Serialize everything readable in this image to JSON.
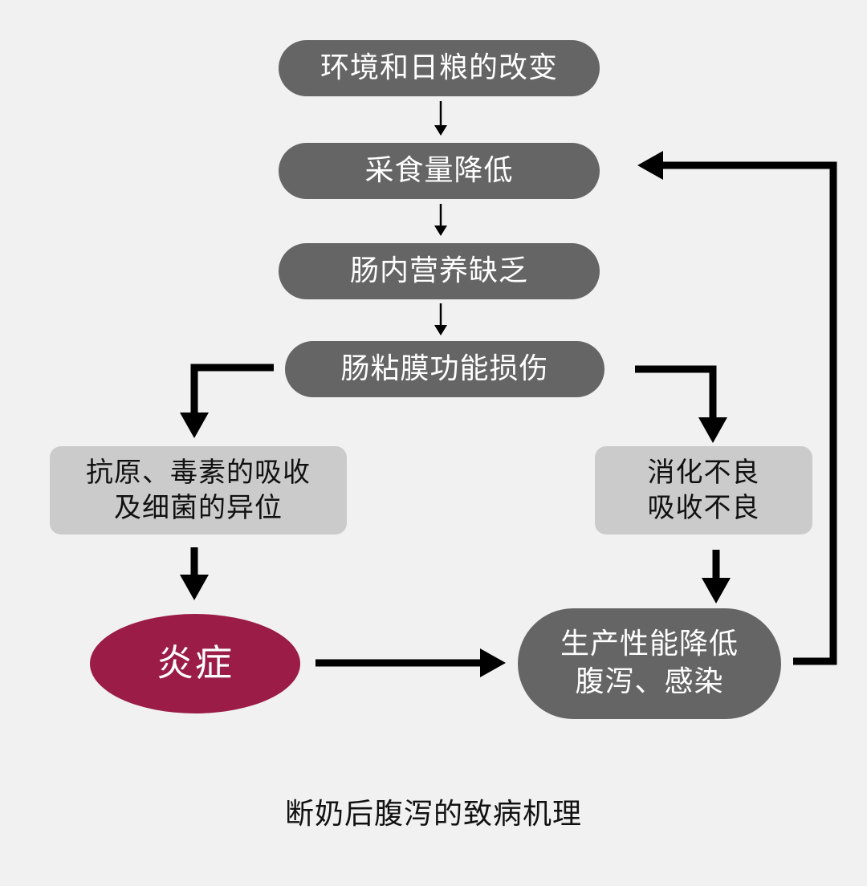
{
  "nodes": {
    "environment_change": "环境和日粮的改变",
    "feed_intake_down": "采食量降低",
    "intestinal_malnutrition": "肠内营养缺乏",
    "mucosa_damage": "肠粘膜功能损伤",
    "antigen_absorption": [
      "抗原、毒素的吸收",
      "及细菌的异位"
    ],
    "malabsorption": [
      "消化不良",
      "吸收不良"
    ],
    "inflammation": "炎症",
    "performance_down": [
      "生产性能降低",
      "腹泻、感染"
    ]
  },
  "caption": "断奶后腹泻的致病机理",
  "colors": {
    "background": "#f1f1f1",
    "dark_node": "#656565",
    "light_node": "#cbcbcb",
    "inflammation": "#9a1c47",
    "arrow": "#000000"
  }
}
